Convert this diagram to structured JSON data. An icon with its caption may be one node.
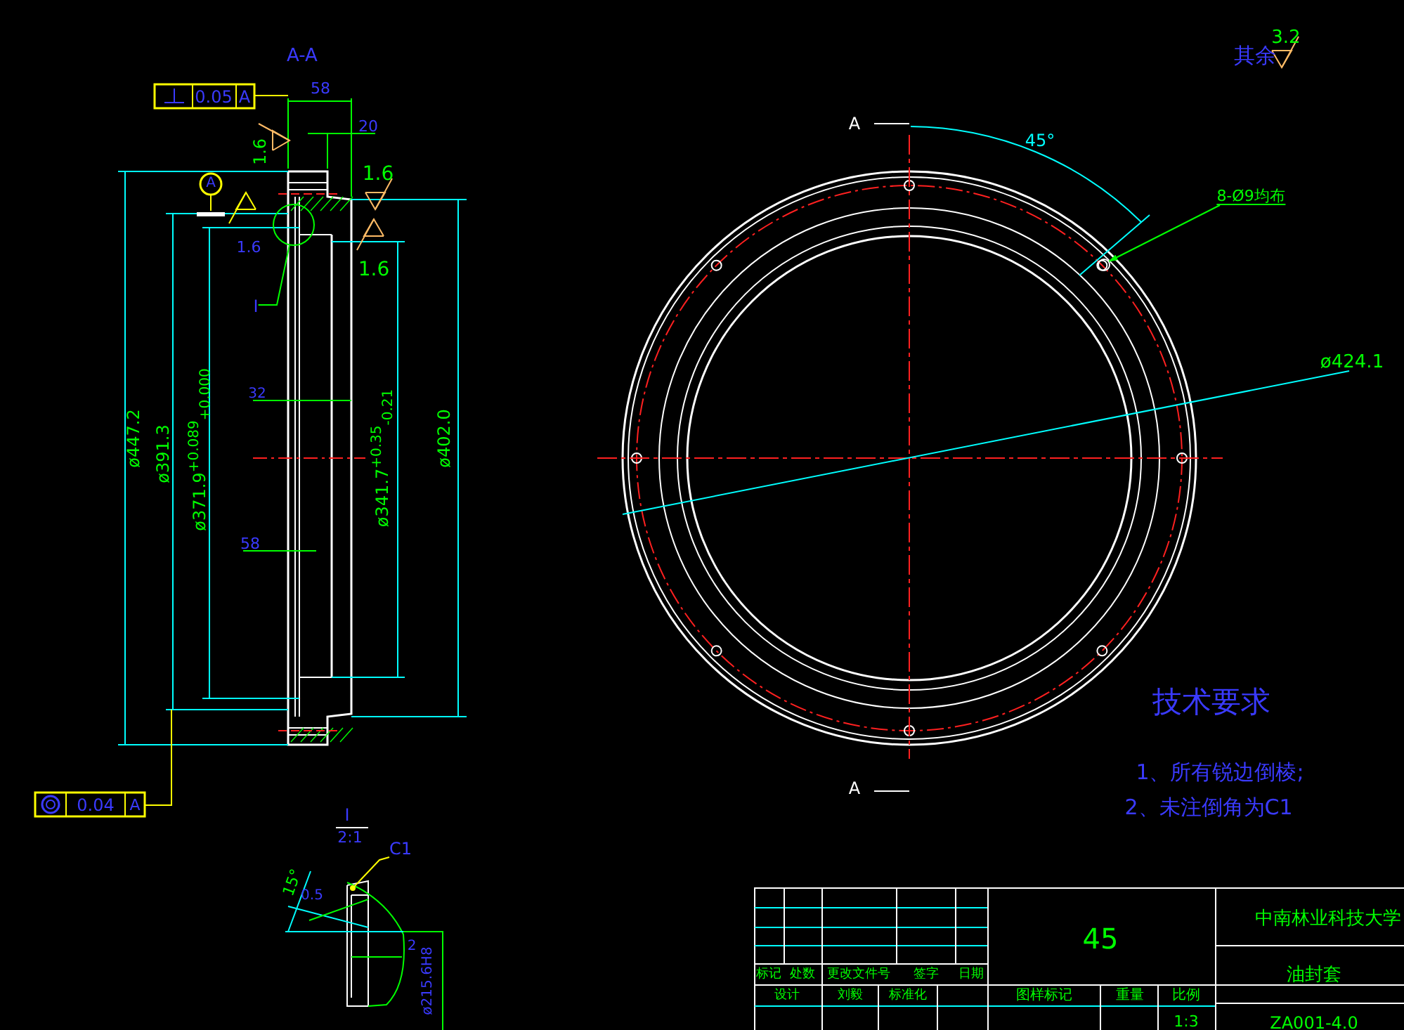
{
  "diagram": {
    "nodes": [
      {
        "text": [
          "I"
        ]
      },
      {
        "text": [],
        "shape": "circle"
      },
      {
        "text": [
          "8-Ø9均布"
        ]
      },
      {
        "text": [],
        "shape": "circle"
      },
      {
        "text": [
          "C1"
        ]
      }
    ],
    "edges": [
      {
        "from": 0,
        "to": 1,
        "arrow": "none"
      },
      {
        "from": 2,
        "to": 3,
        "arrow": "to"
      },
      {
        "from": 4,
        "to": null,
        "arrow": "other",
        "color": "#ffff00"
      }
    ],
    "labels": [
      "A-A",
      "0.05",
      "A",
      "58",
      "20",
      "1.6",
      "1.6",
      "A",
      "1.6",
      "1.6",
      "ø447.2",
      "ø391.3",
      "ø371.9$^{+0.089}$$_{+0.000}$",
      "ø341.7$^{+0.35}$$_{-0.21}$",
      "ø402.0",
      "32",
      "58",
      "0.04",
      "A",
      "I",
      "2:1",
      "15°",
      "0.5",
      "2",
      "ø215.6H8",
      "A",
      "45°",
      "ø424.1",
      "A",
      "其余",
      "3.2",
      "技术要求",
      "1、所有锐边倒棱;",
      "2、未注倒角为C1",
      "45",
      "中南林业科技大学",
      "油封套",
      "标记",
      "处数",
      "更改文件号",
      "签字",
      "日期",
      "设计",
      "刘毅",
      "标准化",
      "图样标记",
      "重量",
      "比例",
      "1:3",
      "ZA001-4.0"
    ]
  }
}
